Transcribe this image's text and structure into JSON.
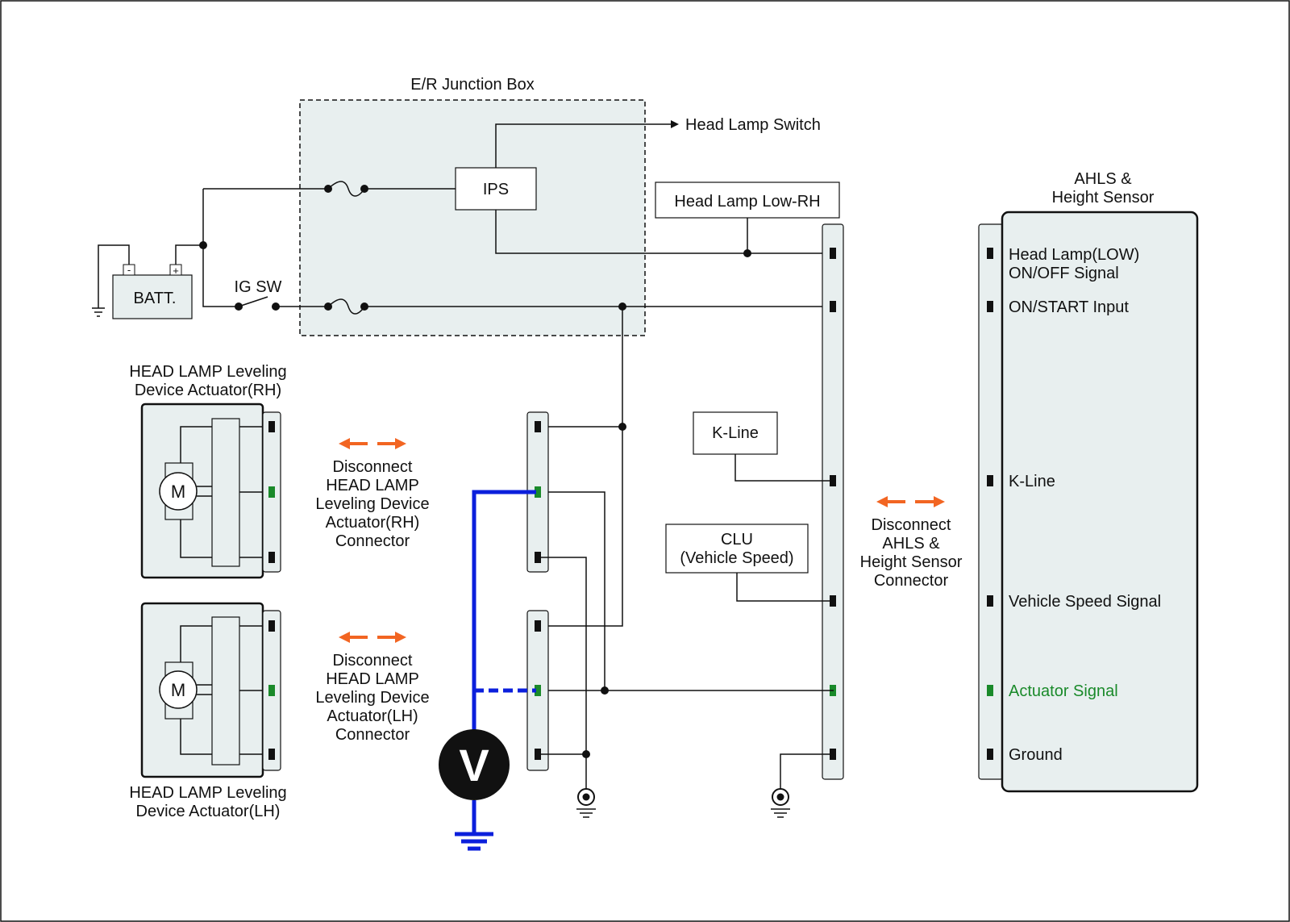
{
  "labels": {
    "junction_box": "E/R Junction Box",
    "ips": "IPS",
    "head_lamp_switch": "Head Lamp Switch",
    "head_lamp_low_rh": "Head Lamp Low-RH",
    "battery": "BATT.",
    "battery_minus": "-",
    "battery_plus": "+",
    "ig_sw": "IG SW",
    "actuator_rh_title": [
      "HEAD LAMP Leveling",
      "Device Actuator(RH)"
    ],
    "actuator_lh_title": [
      "HEAD LAMP Leveling",
      "Device Actuator(LH)"
    ],
    "motor": "M",
    "disconnect_rh": [
      "Disconnect",
      "HEAD LAMP",
      "Leveling Device",
      "Actuator(RH)",
      "Connector"
    ],
    "disconnect_lh": [
      "Disconnect",
      "HEAD LAMP",
      "Leveling Device",
      "Actuator(LH)",
      "Connector"
    ],
    "k_line_box": "K-Line",
    "clu_box": [
      "CLU",
      "(Vehicle Speed)"
    ],
    "disconnect_ahls": [
      "Disconnect",
      "AHLS &",
      "Height Sensor",
      "Connector"
    ],
    "ahls_title": [
      "AHLS &",
      "Height Sensor"
    ],
    "voltmeter": "V"
  },
  "ahls_pins": [
    {
      "label": [
        "Head Lamp(LOW)",
        "ON/OFF Signal"
      ],
      "highlight": false
    },
    {
      "label": [
        "ON/START Input"
      ],
      "highlight": false
    },
    {
      "label": [
        "K-Line"
      ],
      "highlight": false
    },
    {
      "label": [
        "Vehicle Speed Signal"
      ],
      "highlight": false
    },
    {
      "label": [
        "Actuator Signal"
      ],
      "highlight": true
    },
    {
      "label": [
        "Ground"
      ],
      "highlight": false
    }
  ],
  "colors": {
    "measure_wire": "#0b1fdc",
    "highlight_pin": "#1a8a2a",
    "disconnect_arrow": "#f26522",
    "panel_fill": "#e8efef"
  }
}
